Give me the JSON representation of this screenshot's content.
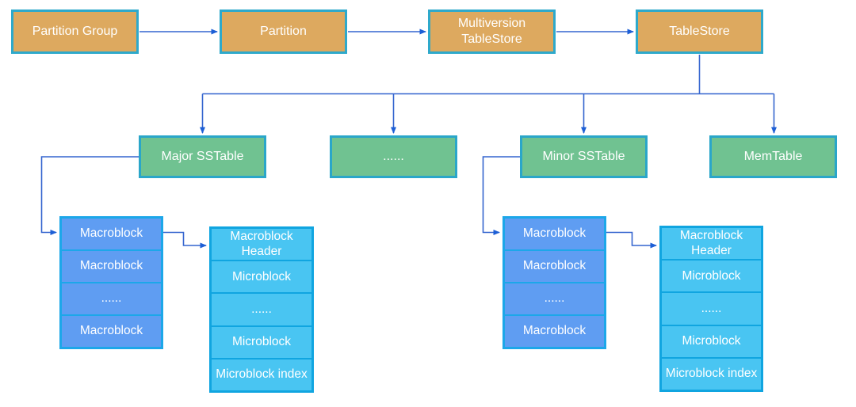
{
  "diagram": {
    "top_row": [
      {
        "label": "Partition Group"
      },
      {
        "label": "Partition"
      },
      {
        "label": "Multiversion TableStore"
      },
      {
        "label": "TableStore"
      }
    ],
    "level2": [
      {
        "label": "Major SSTable"
      },
      {
        "label": "......"
      },
      {
        "label": "Minor SSTable"
      },
      {
        "label": "MemTable"
      }
    ],
    "major_sstable_detail": {
      "macroblock_stack": [
        "Macroblock",
        "Macroblock",
        "......",
        "Macroblock"
      ],
      "microblock_stack": [
        "Macroblock Header",
        "Microblock",
        "......",
        "Microblock",
        "Microblock index"
      ]
    },
    "minor_sstable_detail": {
      "macroblock_stack": [
        "Macroblock",
        "Macroblock",
        "......",
        "Macroblock"
      ],
      "microblock_stack": [
        "Macroblock Header",
        "Microblock",
        "......",
        "Microblock",
        "Microblock index"
      ]
    },
    "colors": {
      "partition_fill": "#dda95f",
      "partition_border": "#2ea9cb",
      "sstable_fill": "#70c291",
      "sstable_border": "#2aa6c9",
      "macroblock_fill": "#5f9df2",
      "macroblock_border": "#1ca7e9",
      "microblock_fill": "#49c5f2",
      "microblock_border": "#10a5e0",
      "connector_line": "#3465cf",
      "arrowhead": "#1d5fd6",
      "text": "#ffffff",
      "background": "#ffffff"
    }
  }
}
